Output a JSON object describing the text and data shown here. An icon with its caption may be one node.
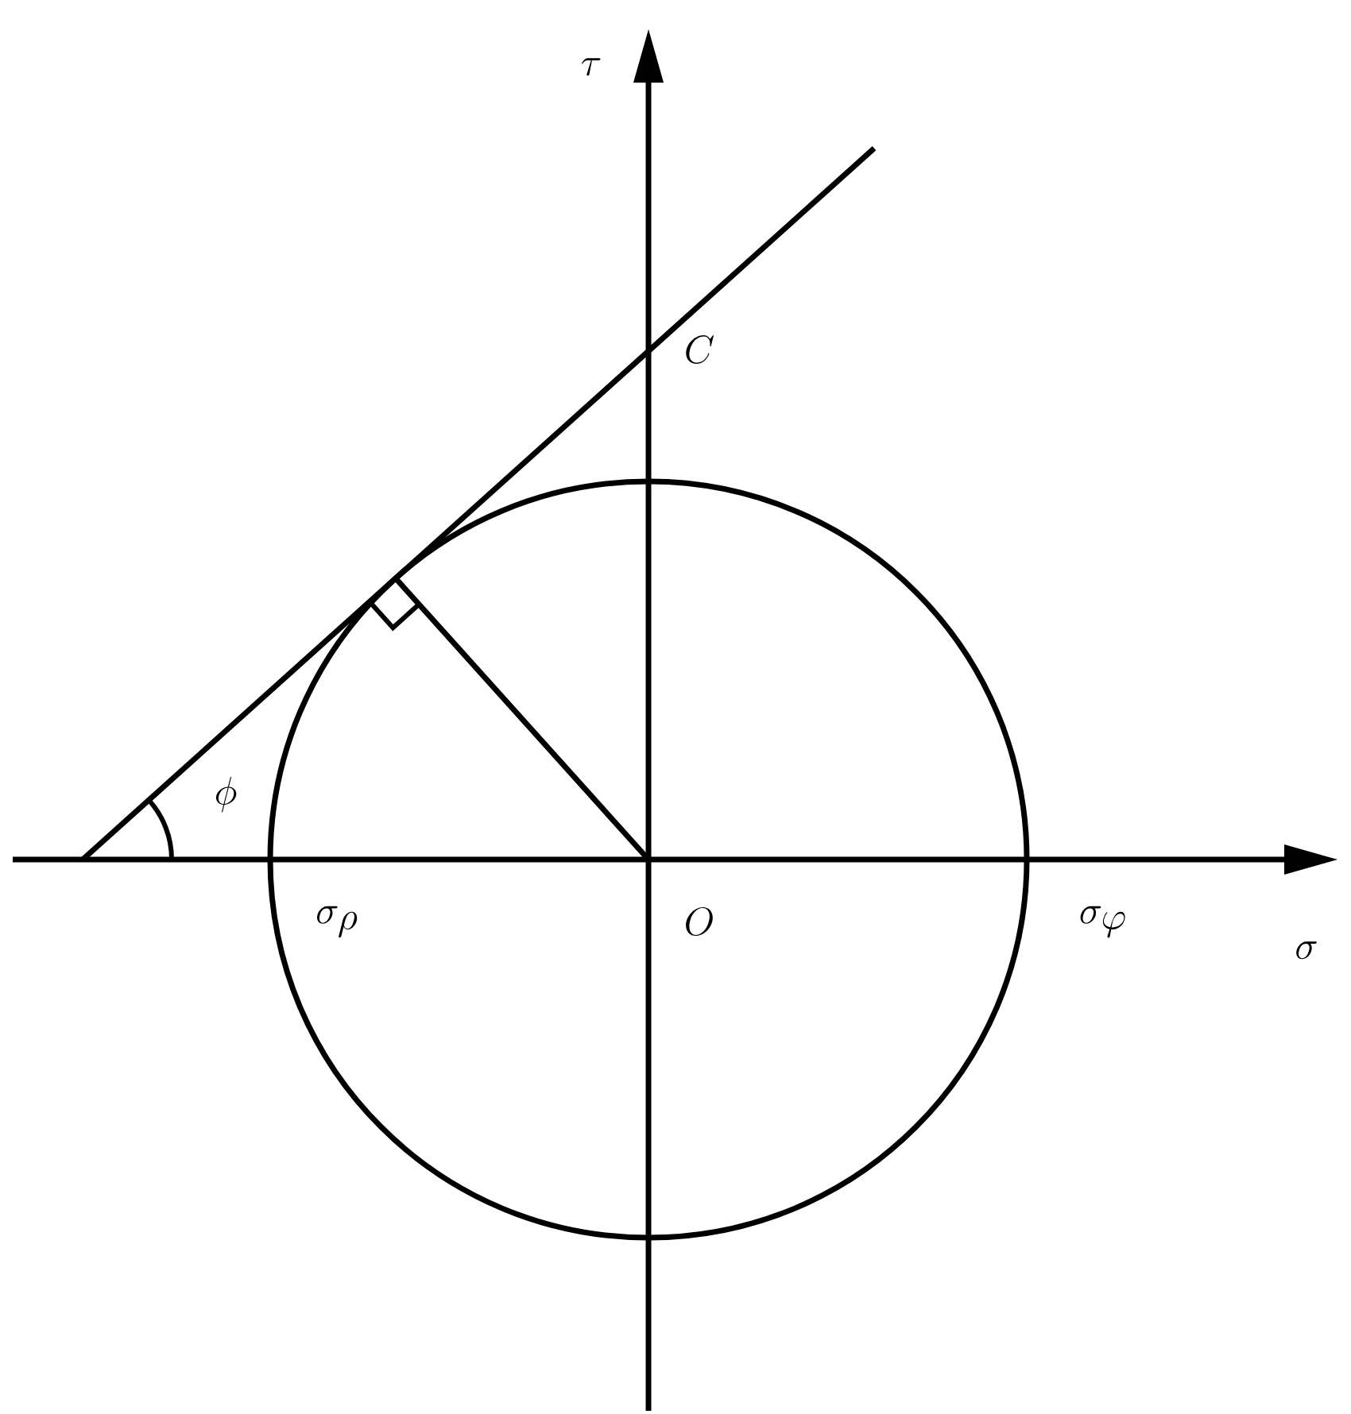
{
  "diagram": {
    "labels": [
      "\\tau",
      "C",
      "\\phi",
      "\\sigma_{\\rho}",
      "O",
      "\\sigma_{\\varphi}",
      "\\sigma"
    ]
  }
}
